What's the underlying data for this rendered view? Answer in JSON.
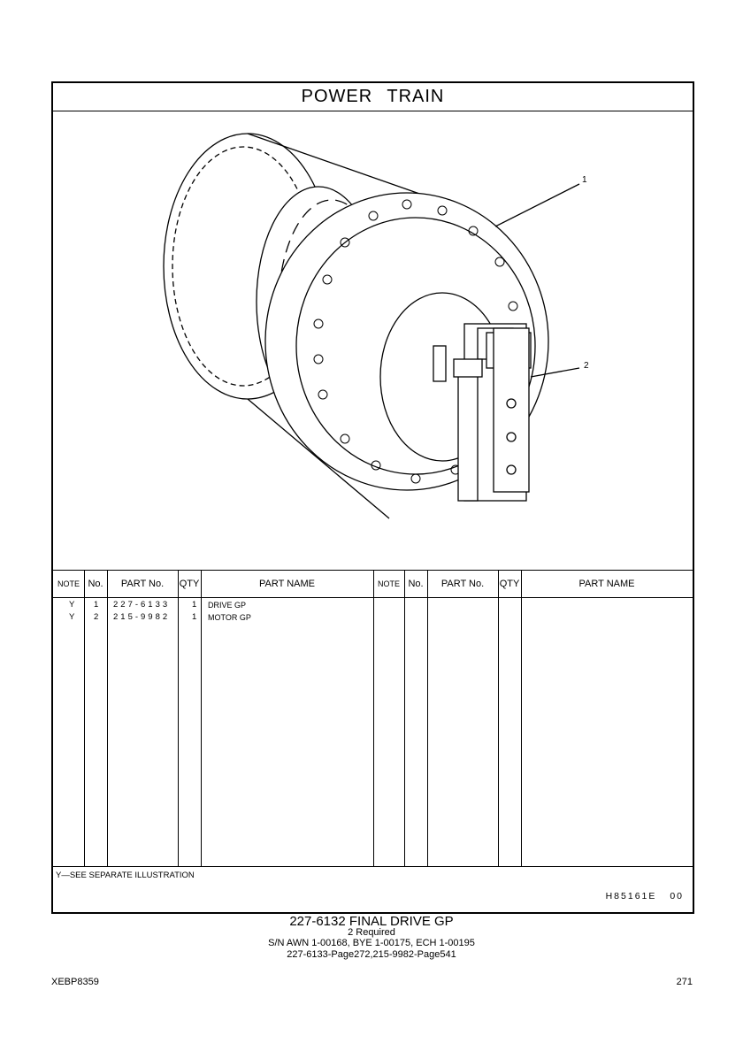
{
  "title": "POWER TRAIN",
  "callouts": [
    "1",
    "2"
  ],
  "table": {
    "headers": [
      "NOTE",
      "No.",
      "PART No.",
      "QTY",
      "PART NAME",
      "NOTE",
      "No.",
      "PART No.",
      "QTY",
      "PART NAME"
    ],
    "rows": [
      {
        "note": "Y",
        "no": "1",
        "part_no": "227-6133",
        "qty": "1",
        "name": "DRIVE GP"
      },
      {
        "note": "Y",
        "no": "2",
        "part_no": "215-9982",
        "qty": "1",
        "name": "MOTOR GP"
      }
    ]
  },
  "footnote": "Y—SEE SEPARATE ILLUSTRATION",
  "illustration_code": "H85161E",
  "revision": "00",
  "caption": {
    "group": "227-6132 FINAL DRIVE GP",
    "required": "2 Required",
    "serial": "S/N AWN 1-00168, BYE 1-00175, ECH 1-00195",
    "refs": "227-6133-Page272,215-9982-Page541"
  },
  "doc_id": "XEBP8359",
  "page_number": "271"
}
